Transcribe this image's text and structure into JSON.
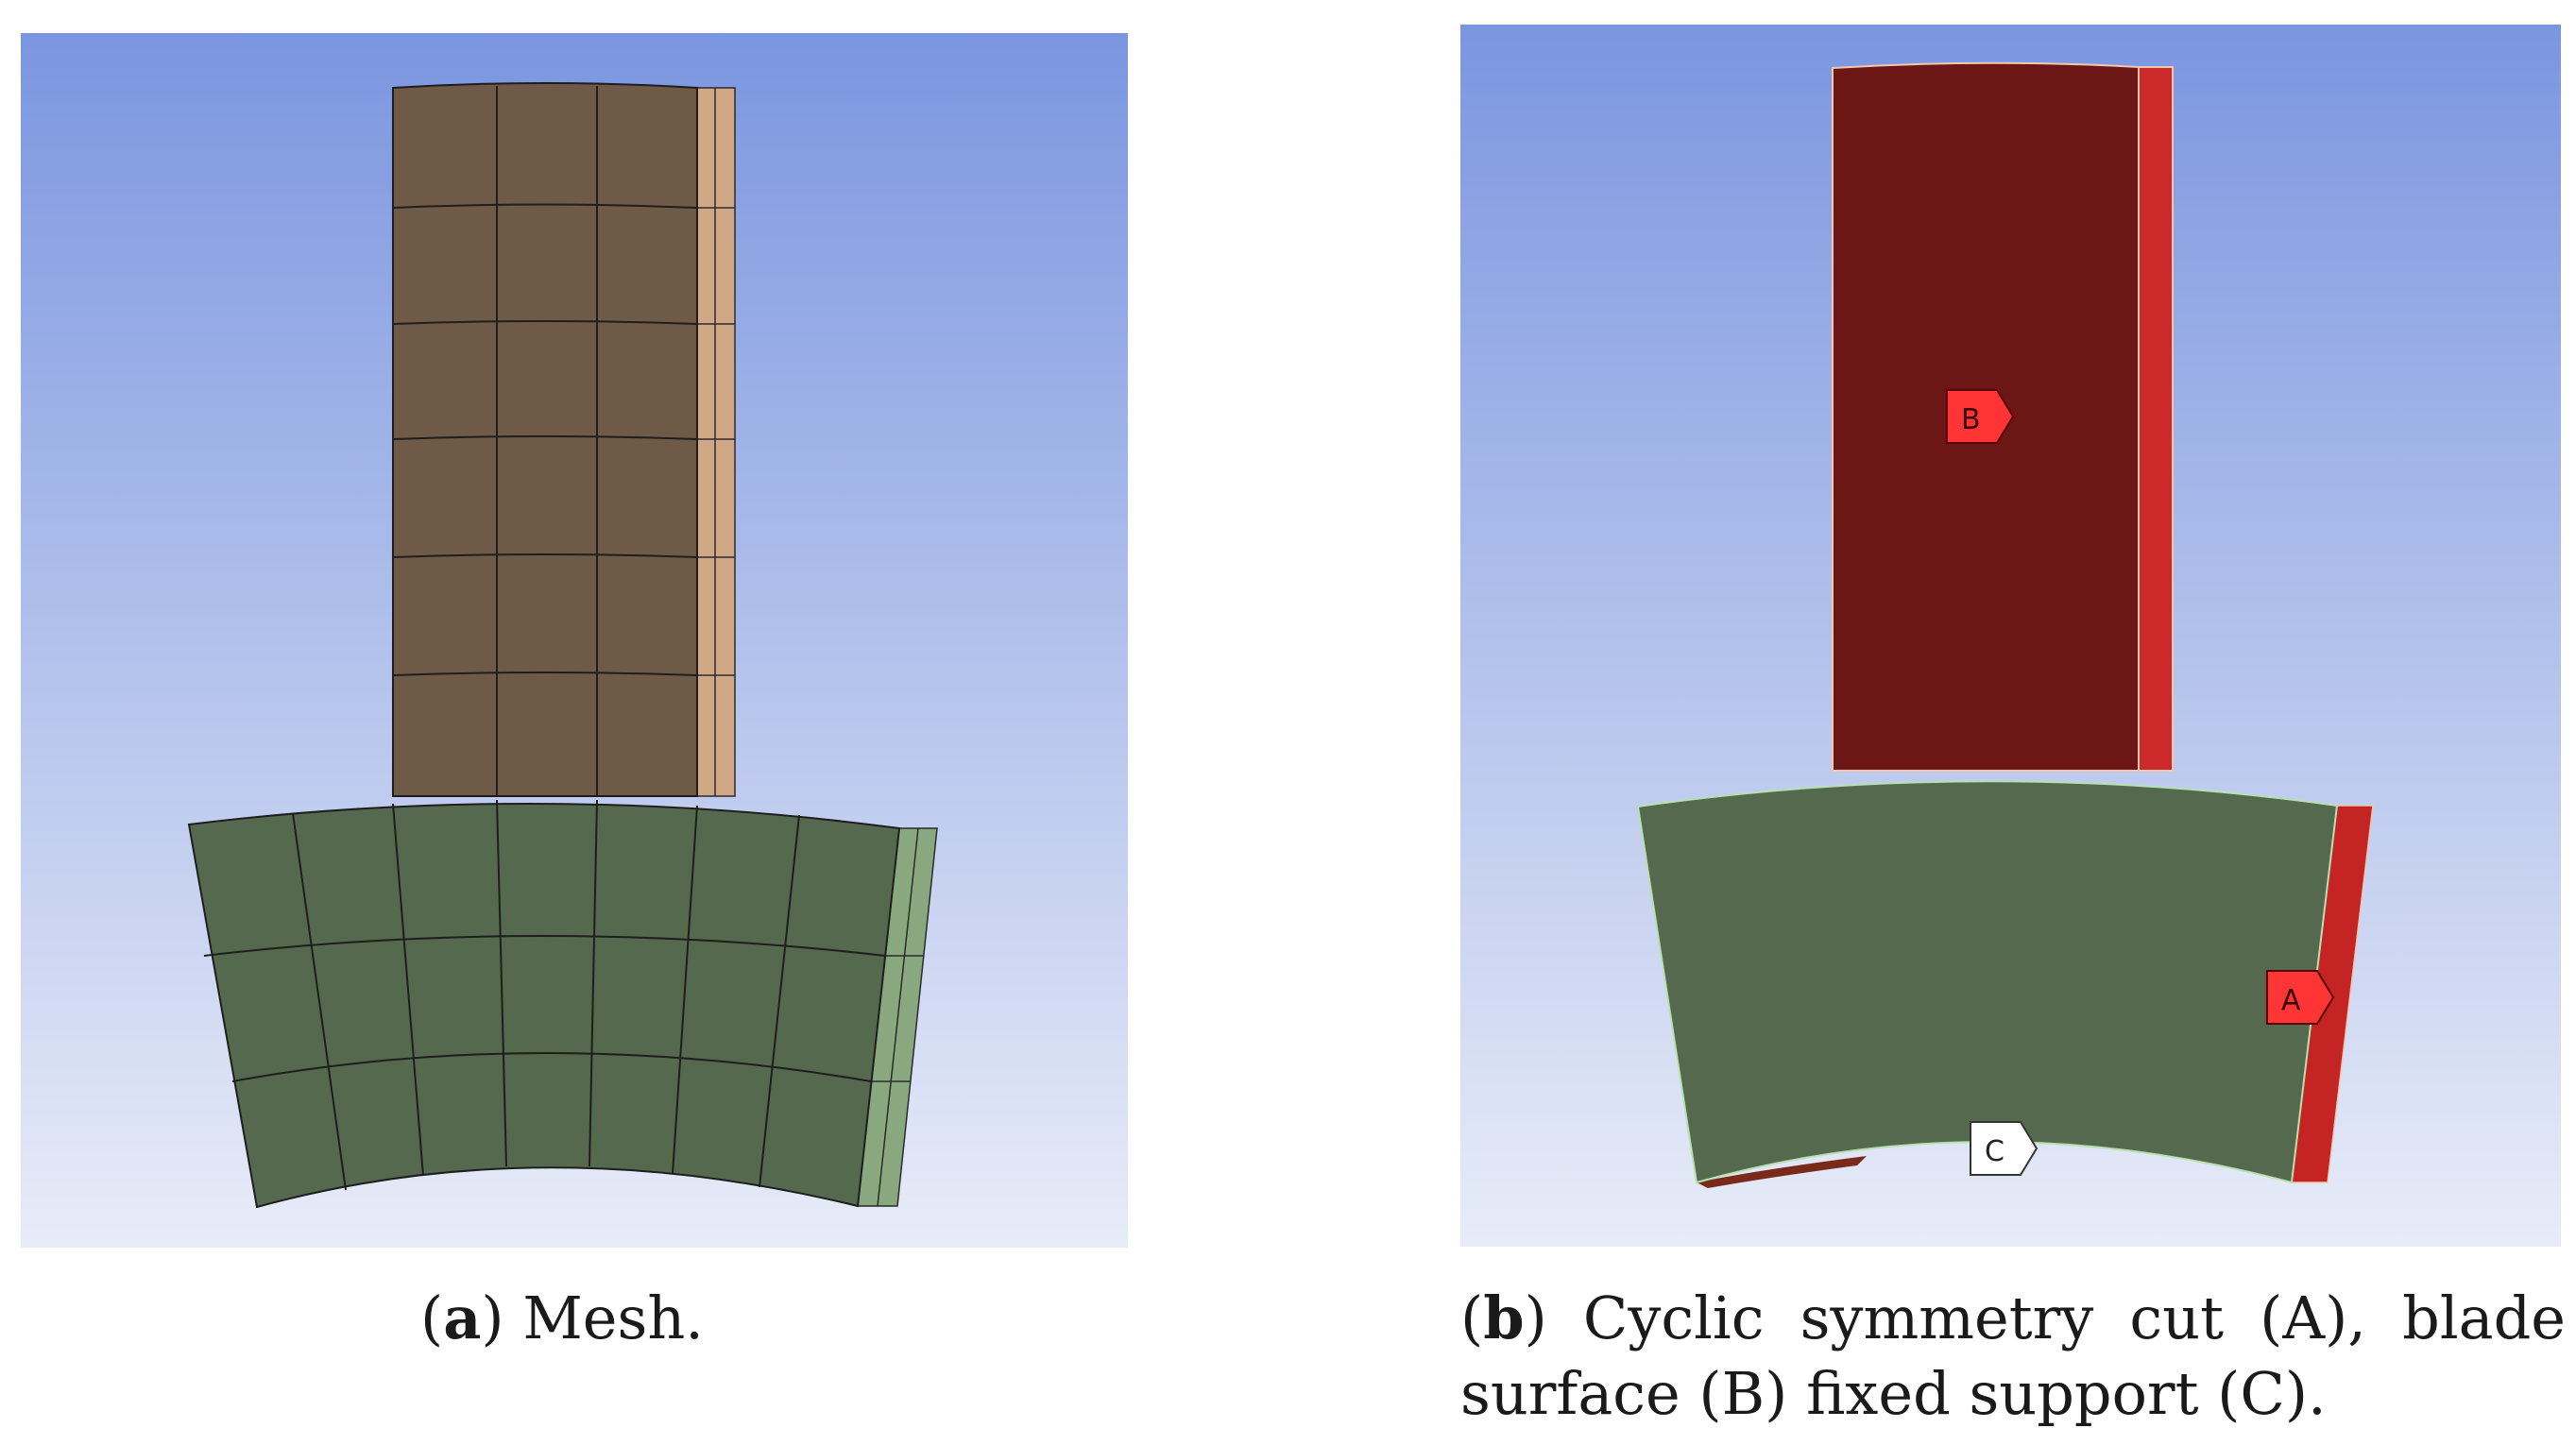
{
  "panel_a": {
    "caption_letter": "a",
    "caption_text": "Mesh."
  },
  "panel_b": {
    "caption_letter": "b",
    "caption_text": "Cyclic symmetry cut (A), blade surface (B) fixed support (C).",
    "markers": [
      {
        "id": "B",
        "label": "B",
        "color": "#ff3535"
      },
      {
        "id": "A",
        "label": "A",
        "color": "#ff3535"
      },
      {
        "id": "C",
        "label": "C",
        "color": "#ffffff"
      }
    ]
  },
  "colors": {
    "sky_top": "#7b96e0",
    "sky_bottom": "#e8ecf8",
    "blade_mesh": "#6e5a46",
    "blade_side": "#d1a886",
    "disk": "#55694f",
    "disk_side": "#8aa87f",
    "blade_selected": "#6c1616",
    "selected_edge": "#cc2a2a"
  }
}
